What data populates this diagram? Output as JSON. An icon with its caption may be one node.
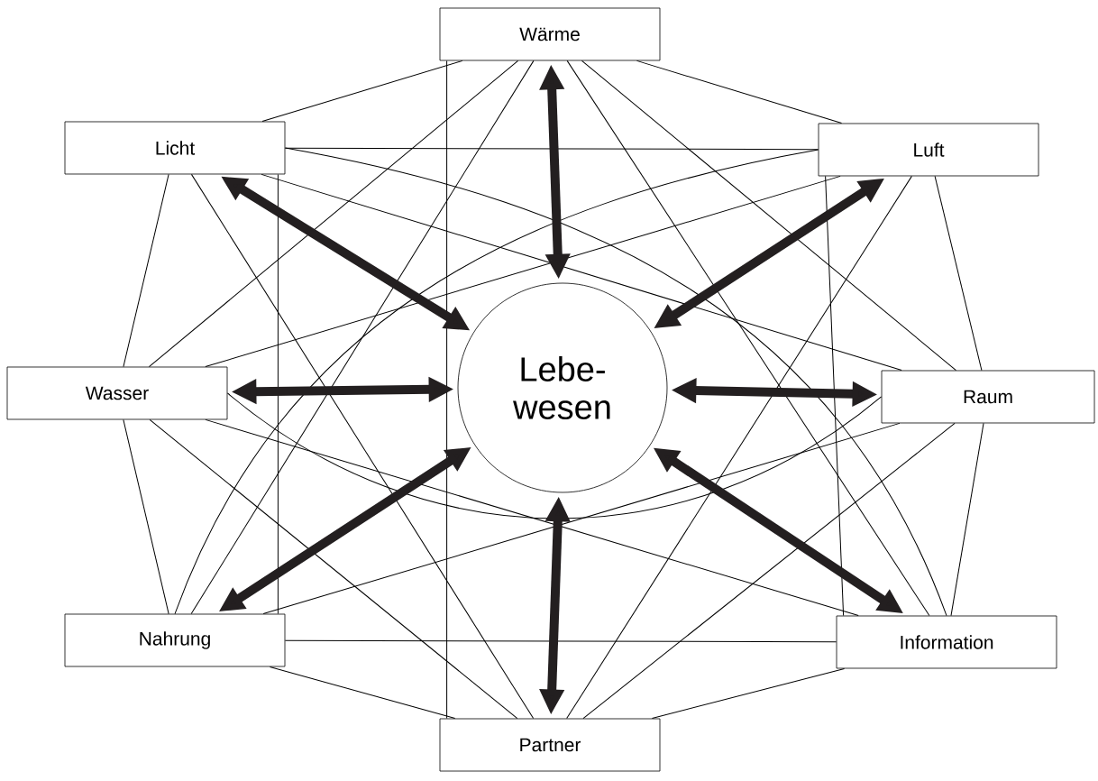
{
  "diagram": {
    "nodes": [
      {
        "text": [
          "Wärme"
        ]
      },
      {
        "text": [
          "Licht"
        ]
      },
      {
        "text": [
          "Luft"
        ]
      },
      {
        "text": [
          "Wasser"
        ]
      },
      {
        "text": [
          "Lebe- wesen"
        ]
      },
      {
        "text": [
          "Raum"
        ]
      },
      {
        "text": [
          "Nahrung"
        ]
      },
      {
        "text": [
          "Information"
        ]
      },
      {
        "text": [
          "Partner"
        ]
      }
    ],
    "edges": [
      {
        "from": 0,
        "to": 4,
        "arrow": "both",
        "style": "thick"
      },
      {
        "from": 1,
        "to": 4,
        "arrow": "both",
        "style": "thick"
      },
      {
        "from": 2,
        "to": 4,
        "arrow": "both",
        "style": "thick"
      },
      {
        "from": 3,
        "to": 4,
        "arrow": "both",
        "style": "thick"
      },
      {
        "from": 5,
        "to": 4,
        "arrow": "both",
        "style": "thick"
      },
      {
        "from": 6,
        "to": 4,
        "arrow": "both",
        "style": "thick"
      },
      {
        "from": 7,
        "to": 4,
        "arrow": "both",
        "style": "thick"
      },
      {
        "from": 8,
        "to": 4,
        "arrow": "both",
        "style": "thick"
      },
      {
        "from": 0,
        "to": 1,
        "arrow": "none"
      },
      {
        "from": 0,
        "to": 2,
        "arrow": "none"
      },
      {
        "from": 0,
        "to": 3,
        "arrow": "none"
      },
      {
        "from": 0,
        "to": 5,
        "arrow": "none"
      },
      {
        "from": 0,
        "to": 6,
        "arrow": "none"
      },
      {
        "from": 0,
        "to": 7,
        "arrow": "none"
      },
      {
        "from": 0,
        "to": 8,
        "arrow": "none"
      },
      {
        "from": 1,
        "to": 2,
        "arrow": "none"
      },
      {
        "from": 1,
        "to": 3,
        "arrow": "none"
      },
      {
        "from": 1,
        "to": 5,
        "arrow": "none"
      },
      {
        "from": 1,
        "to": 6,
        "arrow": "none"
      },
      {
        "from": 1,
        "to": 7,
        "arrow": "none"
      },
      {
        "from": 1,
        "to": 8,
        "arrow": "none"
      },
      {
        "from": 2,
        "to": 3,
        "arrow": "none"
      },
      {
        "from": 2,
        "to": 5,
        "arrow": "none"
      },
      {
        "from": 2,
        "to": 6,
        "arrow": "none"
      },
      {
        "from": 2,
        "to": 7,
        "arrow": "none"
      },
      {
        "from": 2,
        "to": 8,
        "arrow": "none"
      },
      {
        "from": 3,
        "to": 5,
        "arrow": "none"
      },
      {
        "from": 3,
        "to": 6,
        "arrow": "none"
      },
      {
        "from": 3,
        "to": 7,
        "arrow": "none"
      },
      {
        "from": 3,
        "to": 8,
        "arrow": "none"
      },
      {
        "from": 5,
        "to": 6,
        "arrow": "none"
      },
      {
        "from": 5,
        "to": 7,
        "arrow": "none"
      },
      {
        "from": 5,
        "to": 8,
        "arrow": "none"
      },
      {
        "from": 6,
        "to": 7,
        "arrow": "none"
      },
      {
        "from": 6,
        "to": 8,
        "arrow": "none"
      },
      {
        "from": 7,
        "to": 8,
        "arrow": "none"
      }
    ]
  }
}
